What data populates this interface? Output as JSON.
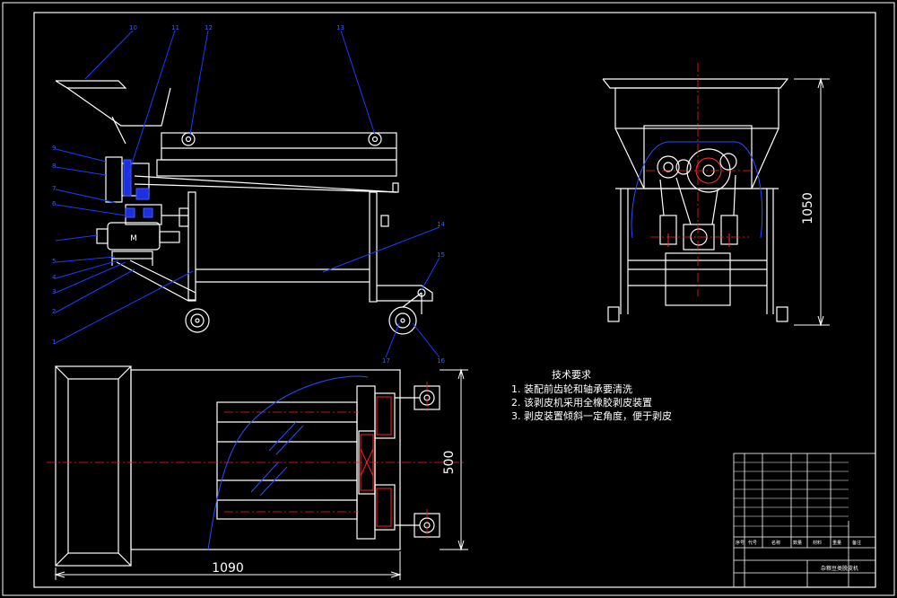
{
  "drawing": {
    "part_numbers": [
      "1",
      "2",
      "3",
      "4",
      "5",
      "6",
      "7",
      "8",
      "9",
      "10",
      "11",
      "12",
      "13",
      "14",
      "15",
      "16",
      "17"
    ],
    "motor_label": "M",
    "dimensions": {
      "total_length": "1090",
      "width": "500",
      "height": "1050"
    },
    "technical_requirements": {
      "title": "技术要求",
      "items": [
        "1. 装配前齿轮和轴承要清洗",
        "2. 该剥皮机采用全橡胶剥皮装置",
        "3. 剥皮装置倾斜一定角度，便于剥皮"
      ]
    },
    "title_block": {
      "product_name": "杂粮豆类脱皮机",
      "column_headers": [
        "序号",
        "代号",
        "名称",
        "数量",
        "材料",
        "重量",
        "备注"
      ]
    },
    "colors": {
      "outline": "#ffffff",
      "leader": "#1a3cff",
      "centerline": "#ff2020",
      "part": "#2a3cff"
    }
  }
}
